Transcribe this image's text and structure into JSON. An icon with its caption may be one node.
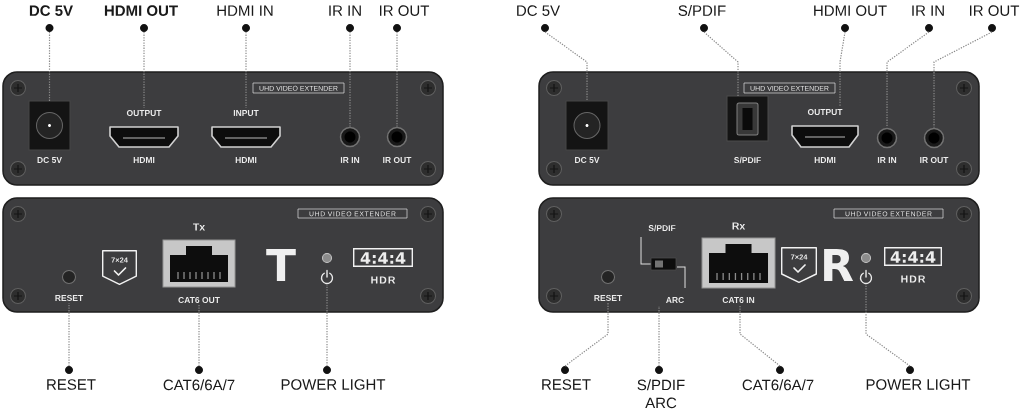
{
  "diagram": {
    "nodes": [
      {
        "text": [
          "DC 5V"
        ]
      },
      {
        "text": [
          "HDMI OUT"
        ]
      },
      {
        "text": [
          "HDMI IN"
        ]
      },
      {
        "text": [
          "IR IN"
        ]
      },
      {
        "text": [
          "IR OUT"
        ]
      },
      {
        "text": [],
        "shape": "box"
      },
      {
        "text": [
          "UHD VIDEO EXTENDER"
        ],
        "in": 5
      },
      {
        "text": [
          "DC 5V"
        ],
        "in": 5
      },
      {
        "text": [
          "OUTPUT",
          "HDMI"
        ],
        "in": 5
      },
      {
        "text": [
          "INPUT",
          "HDMI"
        ],
        "in": 5
      },
      {
        "text": [
          "IR IN"
        ],
        "in": 5
      },
      {
        "text": [
          "IR OUT"
        ],
        "in": 5
      },
      {
        "text": [
          "DC 5V"
        ]
      },
      {
        "text": [
          "S/PDIF"
        ]
      },
      {
        "text": [
          "HDMI OUT"
        ]
      },
      {
        "text": [
          "IR IN"
        ]
      },
      {
        "text": [
          "IR OUT"
        ]
      },
      {
        "text": [],
        "shape": "box"
      },
      {
        "text": [
          "UHD VIDEO EXTENDER"
        ],
        "in": 17
      },
      {
        "text": [
          "DC 5V"
        ],
        "in": 17
      },
      {
        "text": [
          "S/PDIF"
        ],
        "in": 17
      },
      {
        "text": [
          "OUTPUT",
          "HDMI"
        ],
        "in": 17
      },
      {
        "text": [
          "IR IN"
        ],
        "in": 17
      },
      {
        "text": [
          "IR OUT"
        ],
        "in": 17
      },
      {
        "text": [],
        "shape": "box"
      },
      {
        "text": [
          "UHD VIDEO EXTENDER"
        ],
        "in": 24
      },
      {
        "text": [
          "RESET"
        ],
        "in": 24
      },
      {
        "text": [
          "7×24"
        ],
        "in": 24
      },
      {
        "text": [
          "Tx",
          "CAT6 OUT"
        ],
        "in": 24
      },
      {
        "text": [],
        "shape": "picture",
        "in": 24
      },
      {
        "text": [
          "4:4:4",
          "HDR"
        ],
        "in": 24
      },
      {
        "text": [
          "RESET"
        ]
      },
      {
        "text": [
          "CAT6/6A/7"
        ]
      },
      {
        "text": [
          "POWER LIGHT"
        ]
      },
      {
        "text": [],
        "shape": "box"
      },
      {
        "text": [
          "UHD VIDEO EXTENDER"
        ],
        "in": 34
      },
      {
        "text": [
          "RESET"
        ],
        "in": 34
      },
      {
        "text": [
          "S/PDIF",
          "ARC"
        ],
        "in": 34
      },
      {
        "text": [
          "Rx",
          "CAT6 IN"
        ],
        "in": 34
      },
      {
        "text": [
          "7×24"
        ],
        "in": 34
      },
      {
        "text": [],
        "shape": "picture",
        "in": 34
      },
      {
        "text": [
          "4:4:4",
          "HDR"
        ],
        "in": 34
      },
      {
        "text": [
          "RESET"
        ]
      },
      {
        "text": [
          "S/PDIF ARC"
        ]
      },
      {
        "text": [
          "CAT6/6A/7"
        ]
      },
      {
        "text": [
          "POWER LIGHT"
        ]
      }
    ],
    "edges": [
      {
        "from": 0,
        "to": 7,
        "arrow": "none"
      },
      {
        "from": 1,
        "to": 8,
        "arrow": "none"
      },
      {
        "from": 2,
        "to": 9,
        "arrow": "none"
      },
      {
        "from": 3,
        "to": 10,
        "arrow": "none"
      },
      {
        "from": 4,
        "to": 11,
        "arrow": "none"
      },
      {
        "from": 12,
        "to": 19,
        "arrow": "none"
      },
      {
        "from": 13,
        "to": 20,
        "arrow": "none"
      },
      {
        "from": 14,
        "to": 21,
        "arrow": "none"
      },
      {
        "from": 15,
        "to": 22,
        "arrow": "none"
      },
      {
        "from": 16,
        "to": 23,
        "arrow": "none"
      },
      {
        "from": 31,
        "to": 26,
        "arrow": "none"
      },
      {
        "from": 32,
        "to": 28,
        "arrow": "none"
      },
      {
        "from": 33,
        "to": 29,
        "arrow": "none"
      },
      {
        "from": 42,
        "to": 36,
        "arrow": "none"
      },
      {
        "from": 43,
        "to": 37,
        "arrow": "none"
      },
      {
        "from": 44,
        "to": 38,
        "arrow": "none"
      },
      {
        "from": 45,
        "to": 40,
        "arrow": "none"
      }
    ],
    "labels": [
      "T",
      "R"
    ]
  }
}
